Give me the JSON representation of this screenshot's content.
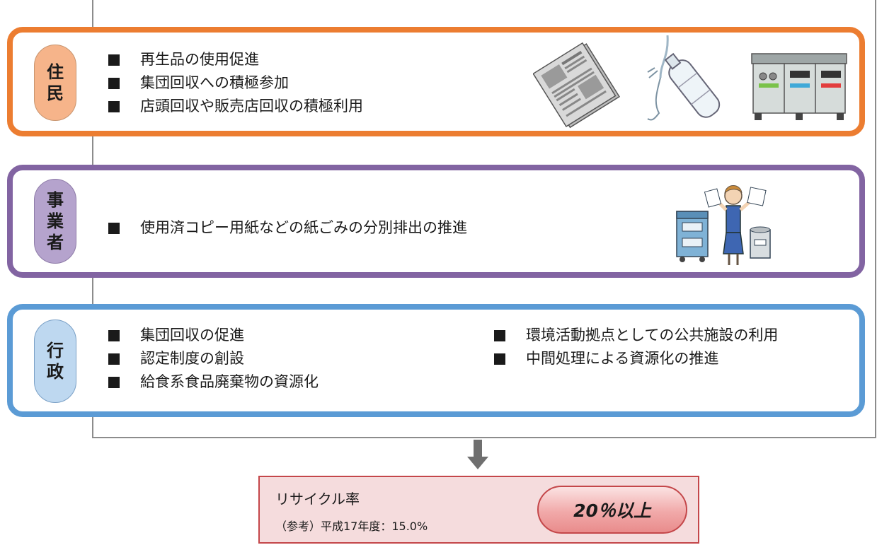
{
  "residents": {
    "actor": "住民",
    "items": [
      "再生品の使用促進",
      "集団回収への積極参加",
      "店頭回収や販売店回収の積極利用"
    ]
  },
  "business": {
    "actor": "事業者",
    "items": [
      "使用済コピー用紙などの紙ごみの分別排出の推進"
    ]
  },
  "government": {
    "actor": "行政",
    "items_left": [
      "集団回収の促進",
      "認定制度の創設",
      "給食系食品廃棄物の資源化"
    ],
    "items_right": [
      "環境活動拠点としての公共施設の利用",
      "中間処理による資源化の推進"
    ]
  },
  "result": {
    "title": "リサイクル率",
    "note": "（参考）平成17年度：15.0%",
    "target": "20％以上"
  },
  "colors": {
    "residents": "#ec7d31",
    "business": "#8264a2",
    "government": "#5b9bd5",
    "result_border": "#c4474a"
  },
  "icons": [
    "newspaper-icon",
    "plastic-bottle-icon",
    "recycling-bins-icon",
    "office-worker-sorting-icon"
  ]
}
